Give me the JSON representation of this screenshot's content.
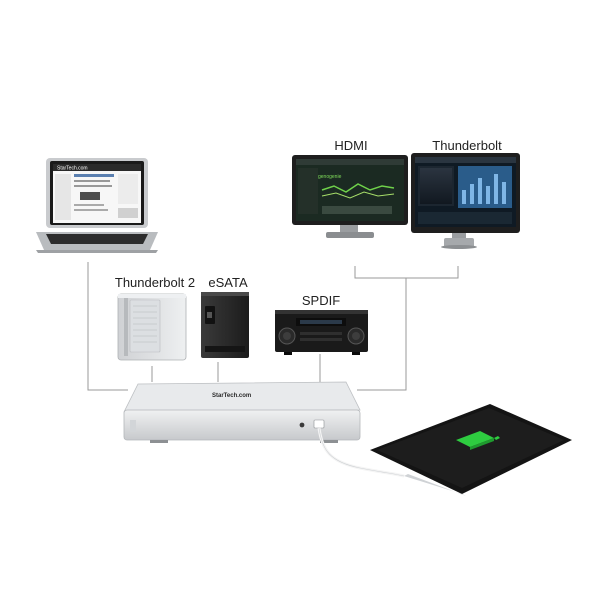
{
  "labels": {
    "hdmi": "HDMI",
    "thunderbolt": "Thunderbolt",
    "thunderbolt2": "Thunderbolt 2",
    "esata": "eSATA",
    "spdif": "SPDIF"
  },
  "device_brand": "StarTech.com",
  "laptop_screen_brand": "StarTech.com",
  "colors": {
    "background": "#ffffff",
    "connector_line": "#9a9a9a",
    "dock_silver": "#d8dadc",
    "tablet_green": "#2ecc40",
    "monitor_bezel": "#1e1e1e"
  }
}
